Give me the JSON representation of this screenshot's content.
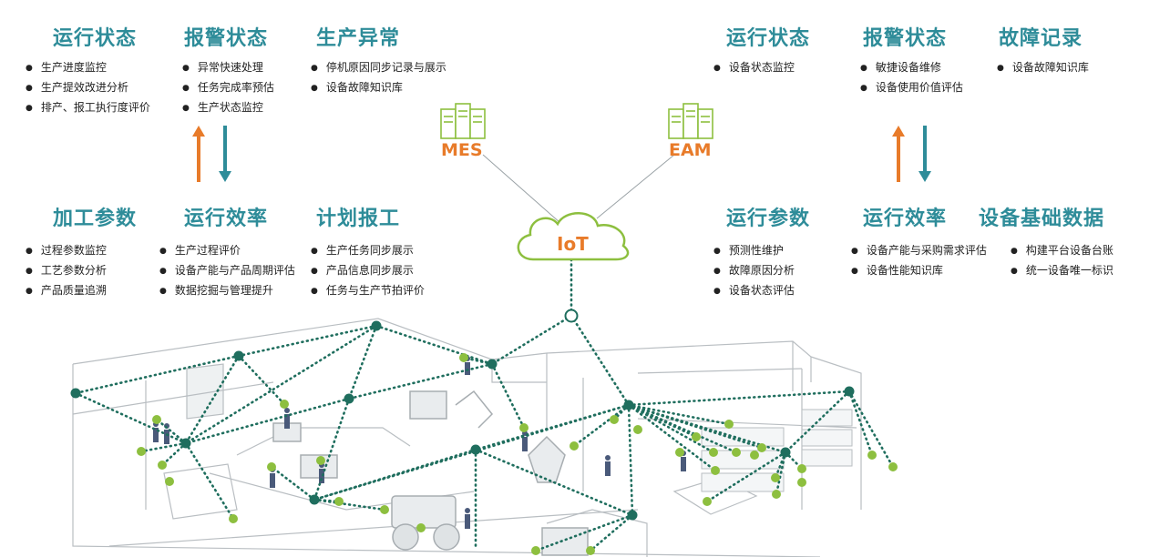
{
  "left": {
    "top_groups": [
      {
        "title": "运行状态",
        "items": [
          "生产进度监控",
          "生产提效改进分析",
          "排产、报工执行度评价"
        ]
      },
      {
        "title": "报警状态",
        "items": [
          "异常快速处理",
          "任务完成率预估",
          "生产状态监控"
        ]
      },
      {
        "title": "生产异常",
        "items": [
          "停机原因同步记录与展示",
          "设备故障知识库"
        ]
      }
    ],
    "bottom_groups": [
      {
        "title": "加工参数",
        "items": [
          "过程参数监控",
          "工艺参数分析",
          "产品质量追溯"
        ]
      },
      {
        "title": "运行效率",
        "items": [
          "生产过程评价",
          "设备产能与产品周期评估",
          "数据挖掘与管理提升"
        ]
      },
      {
        "title": "计划报工",
        "items": [
          "生产任务同步展示",
          "产品信息同步展示",
          "任务与生产节拍评价"
        ]
      }
    ]
  },
  "right": {
    "top_groups": [
      {
        "title": "运行状态",
        "items": [
          "设备状态监控"
        ]
      },
      {
        "title": "报警状态",
        "items": [
          "敏捷设备维修",
          "设备使用价值评估"
        ]
      },
      {
        "title": "故障记录",
        "items": [
          "设备故障知识库"
        ]
      }
    ],
    "bottom_groups": [
      {
        "title": "运行参数",
        "items": [
          "预测性维护",
          "故障原因分析",
          "设备状态评估"
        ]
      },
      {
        "title": "运行效率",
        "items": [
          "设备产能与采购需求评估",
          "设备性能知识库"
        ]
      },
      {
        "title": "设备基础数据",
        "items": [
          "构建平台设备台账",
          "统一设备唯一标识"
        ]
      }
    ]
  },
  "systems": {
    "mes": "MES",
    "eam": "EAM",
    "iot": "IoT"
  },
  "colors": {
    "title": "#2e8c99",
    "accent_orange": "#e87b2a",
    "node_dark": "#1f6e5e",
    "node_green": "#8dbf3f",
    "line": "#8c9498"
  }
}
